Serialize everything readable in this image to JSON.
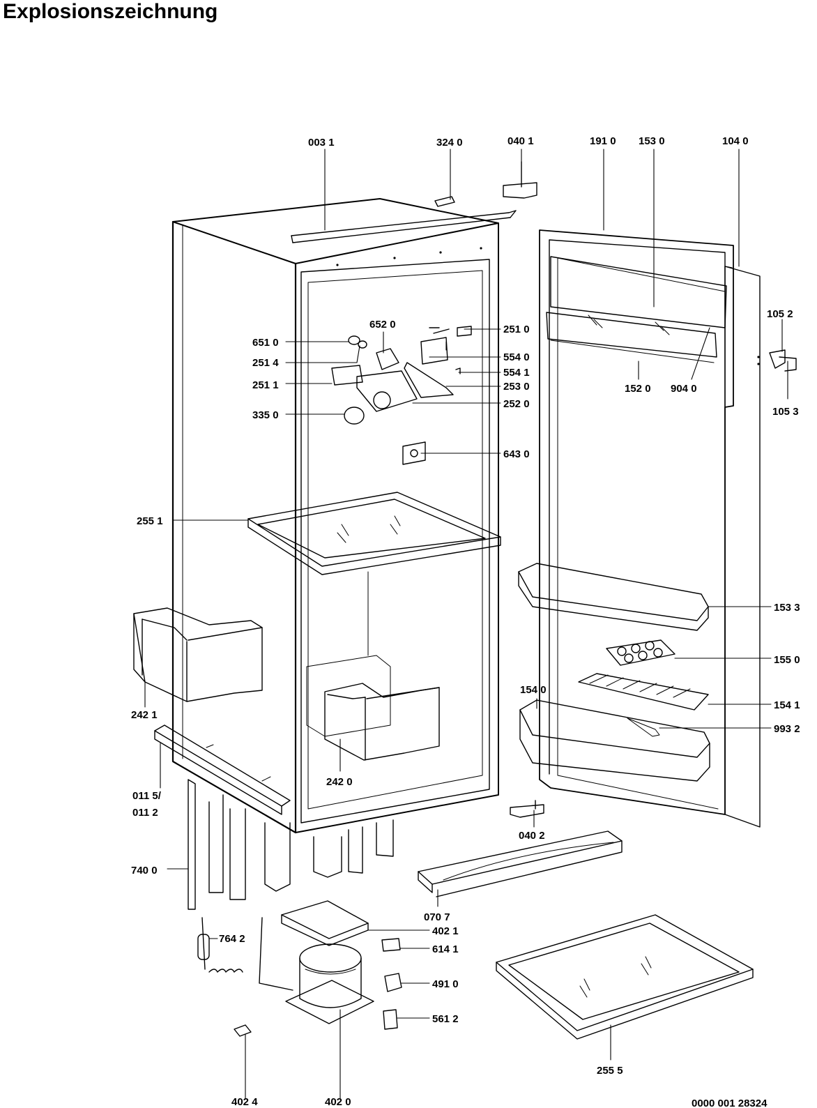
{
  "title": "Explosionszeichnung",
  "drawing_number": "0000 001 28324",
  "callouts": [
    "003 1",
    "324 0",
    "040 1",
    "191 0",
    "153 0",
    "104 0",
    "105 2",
    "105 3",
    "251 0",
    "554 0",
    "554 1",
    "253 0",
    "252 0",
    "651 0",
    "652 0",
    "251 4",
    "251 1",
    "335 0",
    "643 0",
    "152 0",
    "904 0",
    "255 1",
    "153 3",
    "155 0",
    "154 0",
    "154 1",
    "993 2",
    "242 1",
    "242 0",
    "011 5/",
    "011 2",
    "040 2",
    "740 0",
    "070 7",
    "402 1",
    "764 2",
    "614 1",
    "491 0",
    "561 2",
    "255 5",
    "402 4",
    "402 0"
  ]
}
